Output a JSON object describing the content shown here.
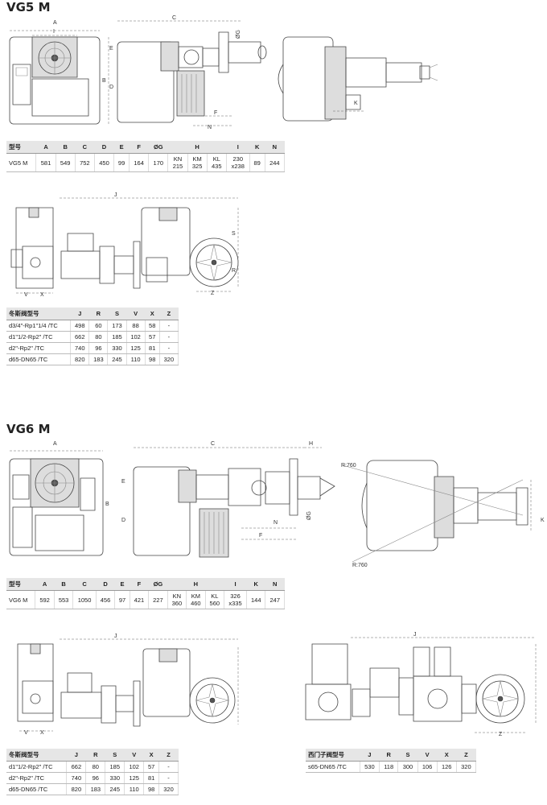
{
  "sections": [
    {
      "title": "VG5 M"
    },
    {
      "title": "VG6 M"
    }
  ],
  "table_vg5": {
    "headers": [
      "型号",
      "A",
      "B",
      "C",
      "D",
      "E",
      "F",
      "ØG",
      "H",
      "I",
      "K",
      "N"
    ],
    "h_sub": [
      "KN",
      "KM",
      "KL"
    ],
    "model": "VG5 M",
    "values": [
      "581",
      "549",
      "752",
      "450",
      "99",
      "164",
      "170"
    ],
    "h_values": [
      [
        "KN",
        "215"
      ],
      [
        "KM",
        "325"
      ],
      [
        "KL",
        "435"
      ]
    ],
    "i_value": [
      "230",
      "x238"
    ],
    "k": "89",
    "n": "244"
  },
  "table_vg6": {
    "headers": [
      "型号",
      "A",
      "B",
      "C",
      "D",
      "E",
      "F",
      "ØG",
      "H",
      "I",
      "K",
      "N"
    ],
    "model": "VG6 M",
    "values": [
      "592",
      "553",
      "1050",
      "456",
      "97",
      "421",
      "227"
    ],
    "h_values": [
      [
        "KN",
        "360"
      ],
      [
        "KM",
        "460"
      ],
      [
        "KL",
        "560"
      ]
    ],
    "i_value": [
      "326",
      "x335"
    ],
    "k": "144",
    "n": "247"
  },
  "valve_table_1": {
    "headers": [
      "冬斯阀型号",
      "J",
      "R",
      "S",
      "V",
      "X",
      "Z"
    ],
    "rows": [
      [
        "d3/4\"-Rp1\"1/4 /TC",
        "498",
        "60",
        "173",
        "88",
        "58",
        "-"
      ],
      [
        "d1\"1/2-Rp2\" /TC",
        "662",
        "80",
        "185",
        "102",
        "57",
        "-"
      ],
      [
        "d2\"-Rp2\" /TC",
        "740",
        "96",
        "330",
        "125",
        "81",
        "-"
      ],
      [
        "d65-DN65 /TC",
        "820",
        "183",
        "245",
        "110",
        "98",
        "320"
      ]
    ]
  },
  "valve_table_2": {
    "headers": [
      "冬斯阀型号",
      "J",
      "R",
      "S",
      "V",
      "X",
      "Z"
    ],
    "rows": [
      [
        "d1\"1/2-Rp2\" /TC",
        "662",
        "80",
        "185",
        "102",
        "57",
        "-"
      ],
      [
        "d2\"-Rp2\" /TC",
        "740",
        "96",
        "330",
        "125",
        "81",
        "-"
      ],
      [
        "d65-DN65 /TC",
        "820",
        "183",
        "245",
        "110",
        "98",
        "320"
      ]
    ]
  },
  "siemens_table": {
    "headers": [
      "西门子阀型号",
      "J",
      "R",
      "S",
      "V",
      "X",
      "Z"
    ],
    "rows": [
      [
        "s65-DN65 /TC",
        "530",
        "118",
        "300",
        "106",
        "126",
        "320"
      ]
    ]
  },
  "drawing_labels": {
    "a": "A",
    "b": "B",
    "c": "C",
    "d": "D",
    "e": "E",
    "f": "F",
    "g": "ØG",
    "h": "H",
    "i": "I",
    "j": "J",
    "k": "K",
    "n": "N",
    "r": "R",
    "s": "S",
    "v": "V",
    "x": "X",
    "z": "Z",
    "r760a": "R:760",
    "r760b": "R:760"
  }
}
